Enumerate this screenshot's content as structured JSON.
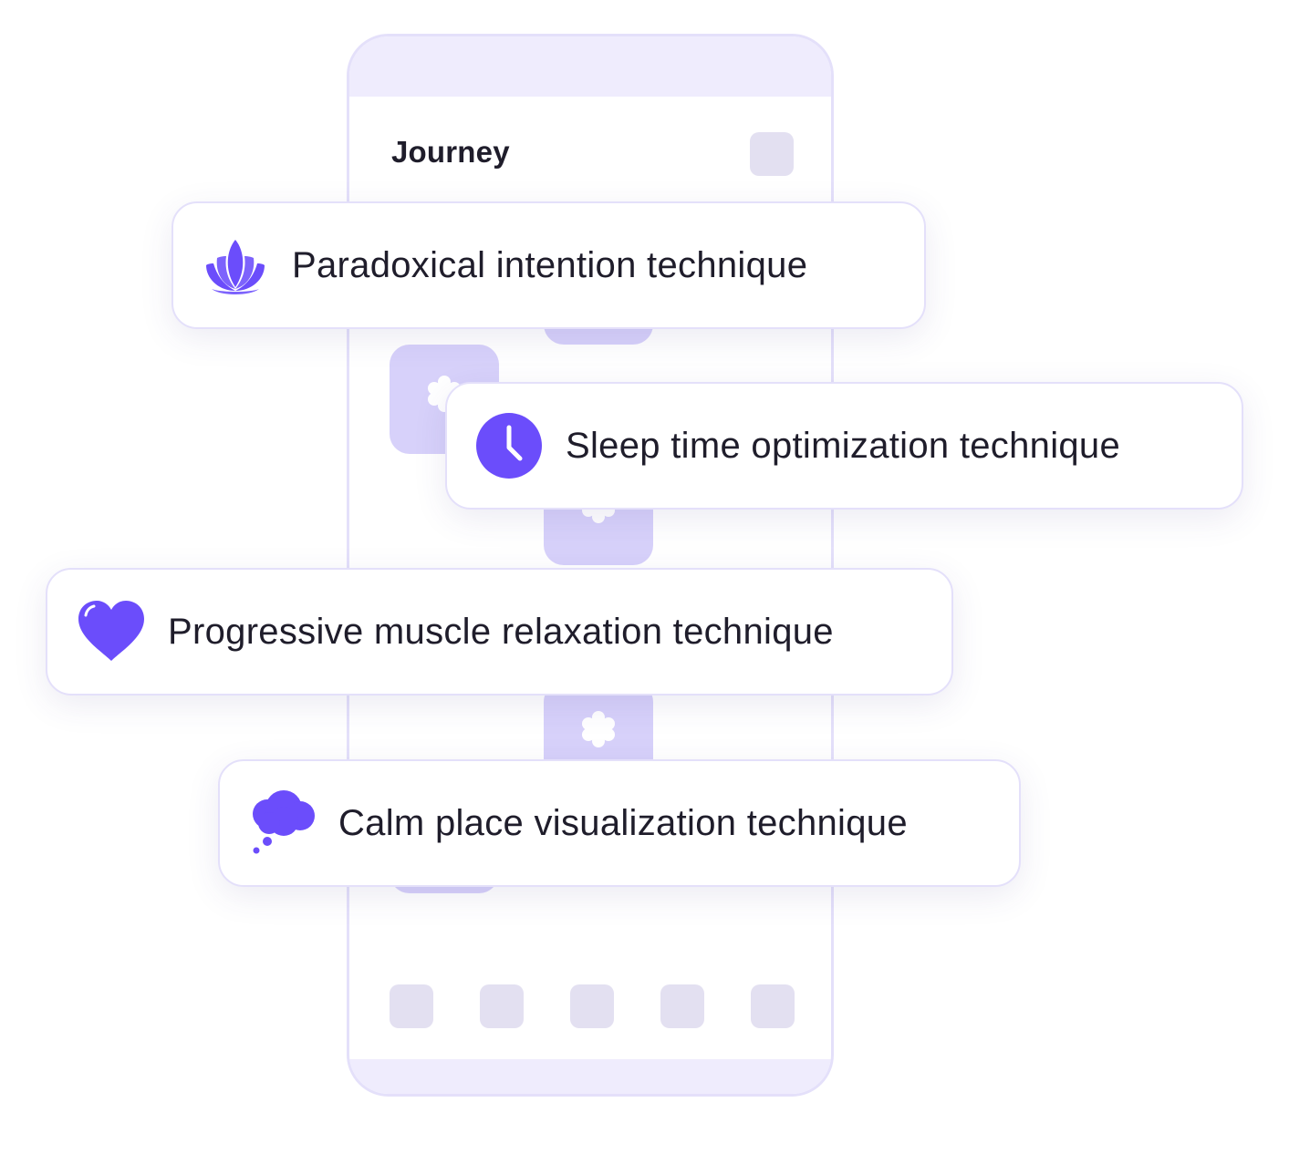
{
  "phone": {
    "title": "Journey"
  },
  "techniques": [
    {
      "label": "Paradoxical intention technique",
      "icon": "lotus-icon"
    },
    {
      "label": "Sleep time optimization technique",
      "icon": "clock-icon"
    },
    {
      "label": "Progressive muscle relaxation technique",
      "icon": "heart-icon"
    },
    {
      "label": "Calm place visualization technique",
      "icon": "thought-cloud-icon"
    }
  ],
  "colors": {
    "accent": "#6b4dfb",
    "tile": "#d7d1fa",
    "placeholder": "#e3e0f1",
    "frame": "#e4e0fa"
  }
}
